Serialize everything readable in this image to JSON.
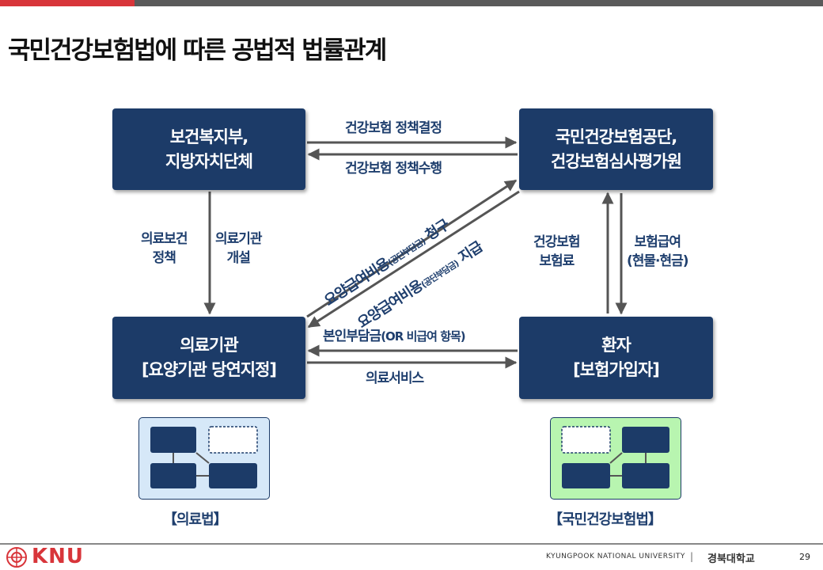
{
  "title": "국민건강보험법에 따른 공법적 법률관계",
  "boxes": {
    "top_left": {
      "line1": "보건복지부,",
      "line2": "지방자치단체"
    },
    "top_right": {
      "line1": "국민건강보험공단,",
      "line2": "건강보험심사평가원"
    },
    "bottom_left": {
      "line1": "의료기관",
      "line2": "[요양기관 당연지정]"
    },
    "bottom_right": {
      "line1": "환자",
      "line2": "[보험가입자]"
    }
  },
  "labels": {
    "policy_decision": "건강보험 정책결정",
    "policy_execution": "건강보험 정책수행",
    "medical_policy_1": "의료보건",
    "medical_policy_2": "정책",
    "facility_open_1": "의료기관",
    "facility_open_2": "개설",
    "insurance_premium_1": "건강보험",
    "insurance_premium_2": "보험료",
    "insurance_benefit_1": "보험급여",
    "insurance_benefit_2": "(현물·현금)",
    "copay": "본인부담금",
    "copay_note": "(OR 비급여 항목)",
    "medical_service": "의료서비스",
    "claim_main": "요양급여비용",
    "claim_paren": "(공단부담금)",
    "claim_verb": "청구",
    "payment_main": "요양급여비용",
    "payment_paren": "(공단부담금)",
    "payment_verb": "지급"
  },
  "captions": {
    "left": "【의료법】",
    "right": "【국민건강보험법】"
  },
  "footer": {
    "logo": "KNU",
    "university_en": "KYUNGPOOK NATIONAL UNIVERSITY",
    "separator": "|",
    "university_ko": "경북대학교",
    "page_number": "29"
  },
  "colors": {
    "box": "#1c3b68",
    "label": "#1f3f6e",
    "arrow": "#555555",
    "accent": "#d8353a",
    "left_panel": "#d6e8f8",
    "right_panel": "#b8f5b0"
  }
}
